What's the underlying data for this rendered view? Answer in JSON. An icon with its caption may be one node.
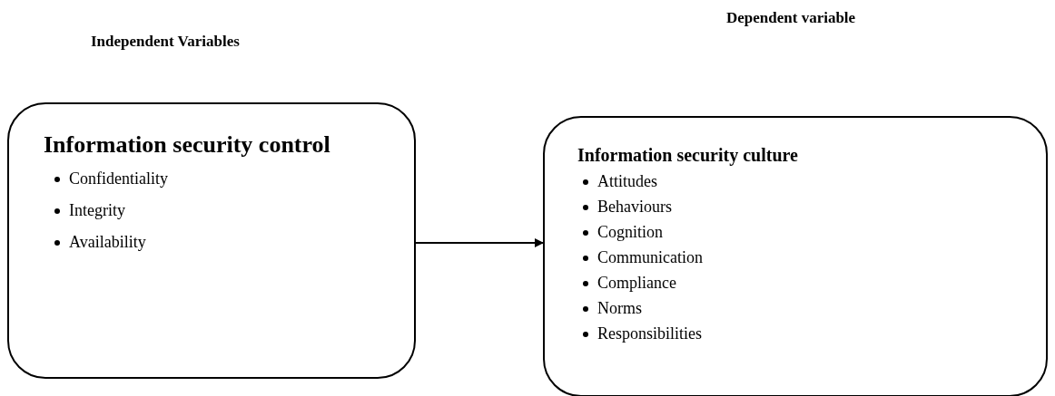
{
  "diagram": {
    "nodes": [
      {
        "text": [
          "Information security control",
          "Confidentiality",
          "Integrity",
          "Availability"
        ]
      },
      {
        "text": [
          "Information security culture",
          "Attitudes",
          "Behaviours",
          "Cognition",
          "Communication",
          "Compliance",
          "Norms",
          "Responsibilities"
        ]
      }
    ],
    "edges": [
      {
        "from": 0,
        "to": 1,
        "arrow": "to"
      }
    ],
    "labels": [
      "Dependent variable",
      "Independent Variables"
    ]
  }
}
